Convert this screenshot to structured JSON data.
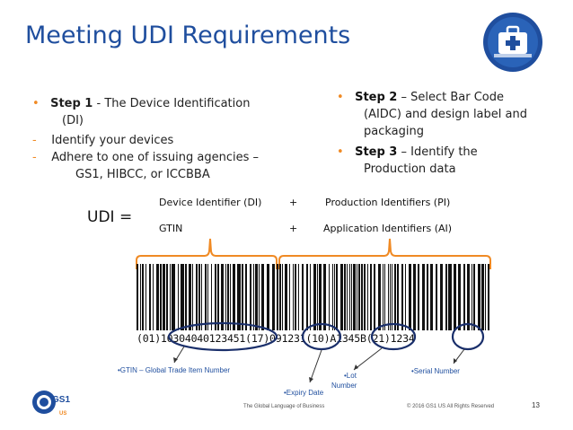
{
  "slide": {
    "title": "Meeting UDI Requirements",
    "page_number": "13",
    "footer_tagline": "The Global Language of Business",
    "footer_copyright": "© 2016 GS1 US All Rights Reserved"
  },
  "left_column": {
    "step1_label": "Step 1",
    "step1_text": " - The Device Identification",
    "step1_cont": "(DI)",
    "sub1": "Identify your devices",
    "sub2_line1": "Adhere to one of issuing agencies –",
    "sub2_line2": "GS1, HIBCC, or ICCBBA"
  },
  "right_column": {
    "step2_label": "Step 2",
    "step2_text_line1": " – Select Bar Code",
    "step2_text_line2": "(AIDC) and design label and",
    "step2_text_line3": "packaging",
    "step3_label": "Step 3",
    "step3_text_line1": " – Identify the",
    "step3_text_line2": "Production data"
  },
  "equation": {
    "udi": "UDI =",
    "di": "Device Identifier (DI)",
    "plus1": "+",
    "pi": "Production Identifiers (PI)",
    "gtin": "GTIN",
    "plus2": "+",
    "ai": "Application Identifiers (AI)"
  },
  "barcode": {
    "hri": "(01)10304040123451(17)091231(10)A1345B(21)1234"
  },
  "captions": {
    "gtin": "•GTIN – Global Trade Item Number",
    "expiry": "•Expiry Date",
    "lot_line1": "•Lot",
    "lot_line2": "Number",
    "serial": "•Serial Number"
  },
  "logo": {
    "gs1_text": "GS1",
    "us_text": "US"
  },
  "colors": {
    "title_blue": "#1f4e9e",
    "accent_orange": "#f08a24",
    "ellipse_navy": "#1a2f6b"
  }
}
